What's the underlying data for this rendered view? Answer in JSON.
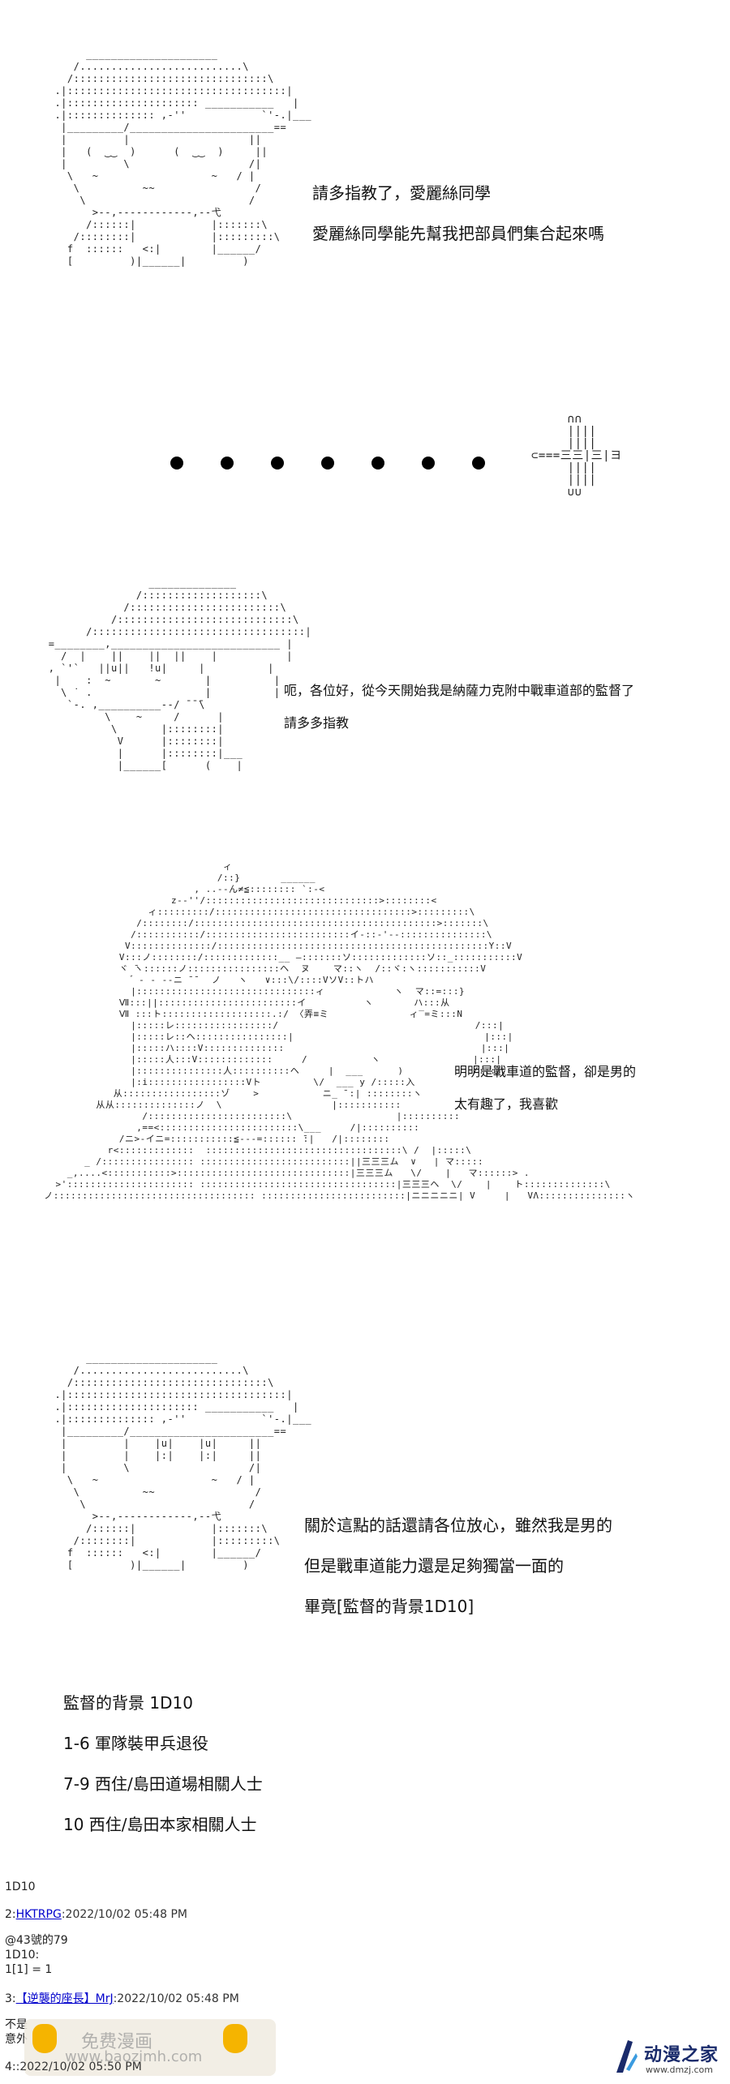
{
  "panel1": {
    "lines": [
      "請多指教了，愛麗絲同學",
      "愛麗絲同學能先幫我把部員們集合起來嗎"
    ]
  },
  "panel2": {
    "trail": "⊂===三三|三|ヨ"
  },
  "panel3": {
    "lines": [
      "呃，各位好，從今天開始我是納薩力克附中戰車道部的監督了",
      "請多多指教"
    ]
  },
  "panel4": {
    "lines": [
      "明明是戰車道的監督，卻是男的",
      "太有趣了，我喜歡"
    ]
  },
  "panel5": {
    "lines": [
      "關於這點的話還請各位放心，雖然我是男的",
      "但是戰車道能力還是足夠獨當一面的",
      "畢竟[監督的背景1D10]"
    ]
  },
  "table": {
    "title": "監督的背景 1D10",
    "items": [
      "1-6 軍隊裝甲兵退役",
      "7-9 西住/島田道場相關人士",
      "10 西住/島田本家相關人士"
    ]
  },
  "posts": {
    "roll_label": "1D10",
    "p2_num": "2:",
    "p2_name": "HKTRPG",
    "p2_time": ":2022/10/02 05:48 PM",
    "p2_reply": "@43號的79",
    "p2_body1": "1D10:",
    "p2_body2": "1[1] = 1",
    "p3_num": "3:",
    "p3_name": "【逆襲的座長】MrJ",
    "p3_time": ":2022/10/02 05:48 PM",
    "p3_body1": "不是",
    "p3_body2": "意外",
    "p4_num": "4:",
    "p4_time": ":2022/10/02 05:50 PM"
  },
  "watermark": {
    "text": "免费漫画",
    "url_text": "www.baozimh.com"
  },
  "logo": {
    "name": "动漫之家",
    "url": "www.dmzj.com",
    "color": "#1a2b6b"
  }
}
